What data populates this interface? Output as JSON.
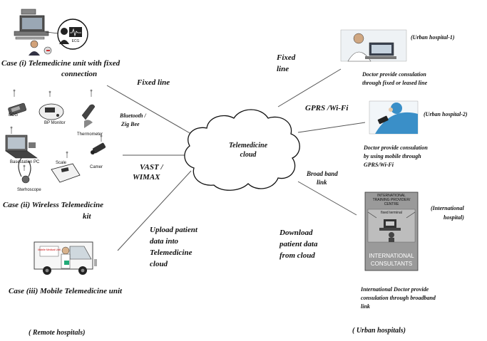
{
  "cloud": {
    "label_line1": "Telemedicine",
    "label_line2": "cloud"
  },
  "links": {
    "fixed_line_left": "Fixed line",
    "bluetooth_line1": "Bluetooth /",
    "bluetooth_line2": "Zig Bee",
    "vast_line1": "VAST /",
    "vast_line2": "WIMAX",
    "upload_line1": "Upload patient",
    "upload_line2": "data into",
    "upload_line3": "Telemedicine",
    "upload_line4": "cloud",
    "fixed_line_right1": "Fixed",
    "fixed_line_right2": "line",
    "gprs": "GPRS /Wi-Fi",
    "broadband_line1": "Broad band",
    "broadband_line2": "link",
    "download_line1": "Download",
    "download_line2": "patient data",
    "download_line3": "from cloud"
  },
  "left_cases": {
    "case1_line1": "Case (i) Telemedicine unit with fixed",
    "case1_line2": "connection",
    "case2_line1": "Case (ii) Wireless Telemedicine",
    "case2_line2": "kit",
    "case3": "Case (iii) Mobile Telemedicine unit",
    "remote": "( Remote hospitals)"
  },
  "wireless_kit": {
    "ecg": "ECG",
    "bp_monitor": "BP Monitor",
    "thermometer": "Thermometer",
    "basestation": "Basestation PC",
    "scale": "Scale",
    "camera": "Camer",
    "stethoscope": "Sterhoscope"
  },
  "ecg_screen_label": "ECG",
  "van_sign": "Mobile Medical Unit",
  "right_hospitals": {
    "urban1_title": "(Urban hospital-1)",
    "urban1_desc_line1": "Doctor provide consulation",
    "urban1_desc_line2": "through fixed or leased line",
    "urban2_title": "(Urban hospital-2)",
    "urban2_desc_line1": "Doctor provide consulation",
    "urban2_desc_line2": "by using mobile through",
    "urban2_desc_line3": "GPRS/Wi-Fi",
    "intl_title_line1": "(International",
    "intl_title_line2": "hospital)",
    "intl_desc_line1": "International Doctor provide",
    "intl_desc_line2": "consulation through broadband",
    "intl_desc_line3": "link",
    "urban_footer": "( Urban hospitals)"
  },
  "intl_box": {
    "header_line1": "INTERNATIONAL",
    "header_line2": "TRAINING PROVIDER/",
    "header_line3": "CENTRE",
    "fixed_terminal": "fixed terminal",
    "footer_line1": "INTERNATIONAL",
    "footer_line2": "CONSULTANTS"
  },
  "colors": {
    "line": "#555555",
    "text": "#111111",
    "intl_box_bg": "#9a9a9a",
    "doctor_coat": "#3a8fc8"
  }
}
